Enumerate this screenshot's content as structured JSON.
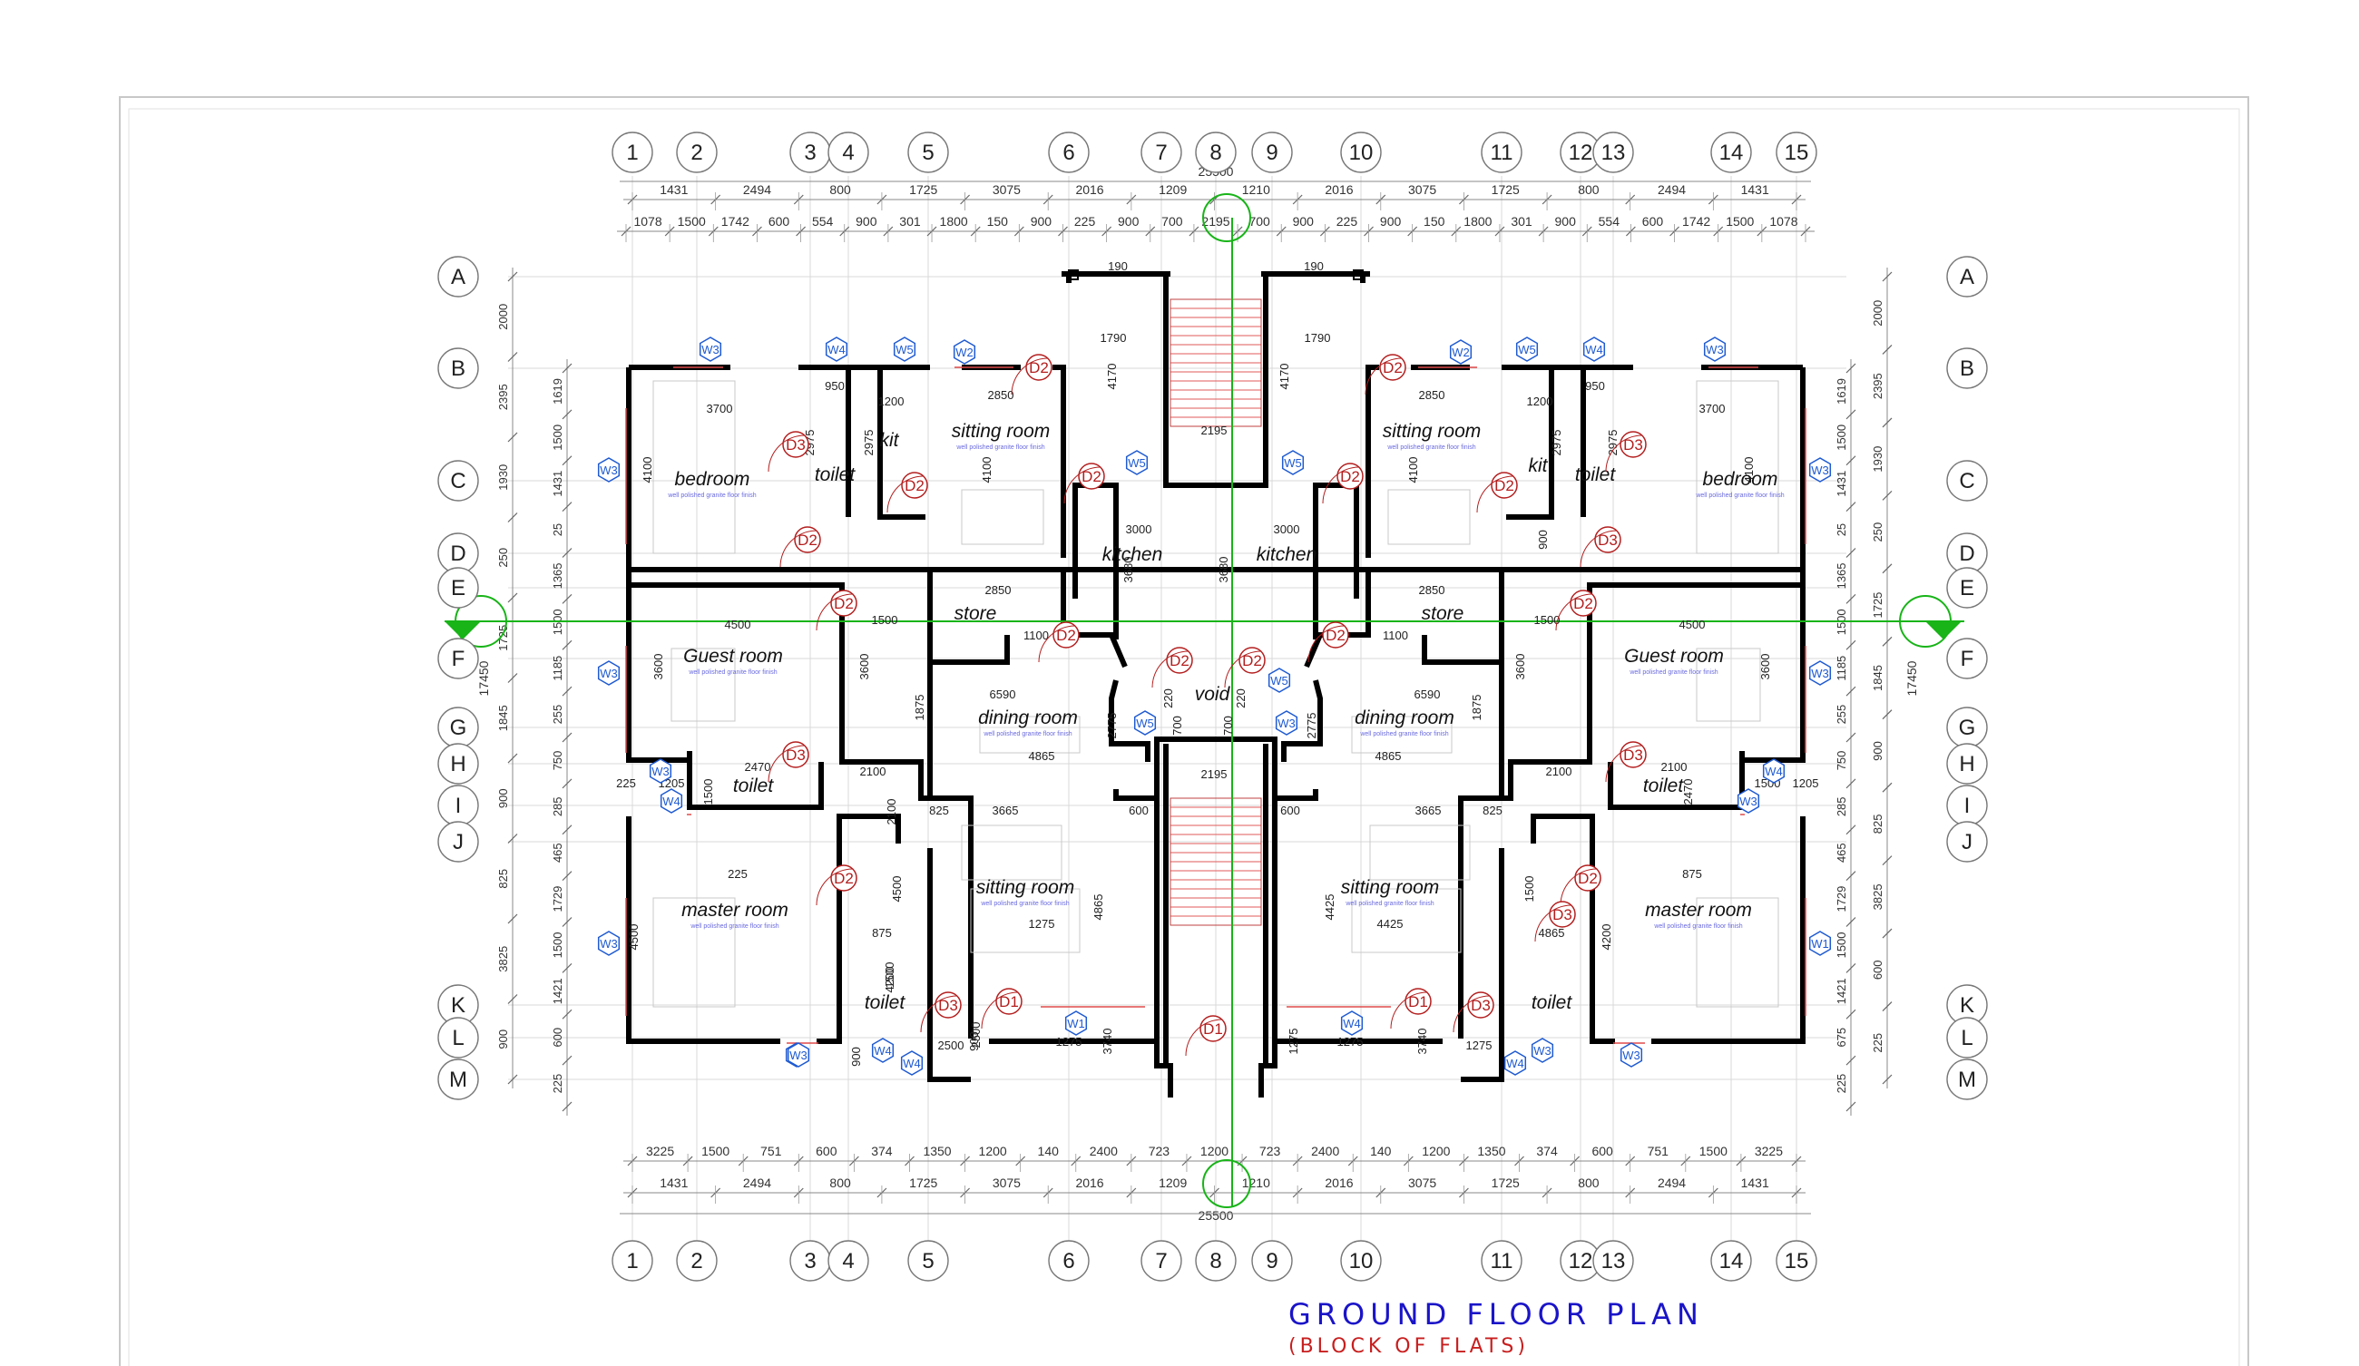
{
  "title": "GROUND FLOOR PLAN",
  "subtitle": "(BLOCK OF FLATS)",
  "colors": {
    "wall": "#000000",
    "dim": "#6a6a6a",
    "grid": "#5a5a5a",
    "door": "#b41e1e",
    "window": "#1e5ad2",
    "section": "#18b418",
    "title": "#1a14c8",
    "subtitle": "#c81e1e",
    "window_frame": "#e04a4a"
  },
  "grid": {
    "columns": [
      "1",
      "2",
      "3",
      "4",
      "5",
      "6",
      "7",
      "8",
      "9",
      "10",
      "11",
      "12",
      "13",
      "14",
      "15"
    ],
    "rows": [
      "A",
      "B",
      "C",
      "D",
      "E",
      "F",
      "G",
      "H",
      "I",
      "J",
      "K",
      "L",
      "M"
    ]
  },
  "dimensions": {
    "overall_width": "25500",
    "overall_depth": "17450",
    "top_outer": [
      "1431",
      "2494",
      "800",
      "1725",
      "3075",
      "2016",
      "1209",
      "1210",
      "2016",
      "3075",
      "1725",
      "800",
      "2494",
      "1431"
    ],
    "top_inner": [
      "1078",
      "1500",
      "1742",
      "600",
      "554",
      "900",
      "301",
      "1800",
      "150",
      "900",
      "225",
      "900",
      "700",
      "2195",
      "700",
      "900",
      "225",
      "900",
      "150",
      "1800",
      "301",
      "900",
      "554",
      "600",
      "1742",
      "1500",
      "1078"
    ],
    "bottom_inner": [
      "3225",
      "1500",
      "751",
      "600",
      "374",
      "1350",
      "1200",
      "140",
      "2400",
      "723",
      "1200",
      "723",
      "2400",
      "140",
      "1200",
      "1350",
      "374",
      "600",
      "751",
      "1500",
      "3225"
    ],
    "bottom_outer": [
      "1431",
      "2494",
      "800",
      "1725",
      "3075",
      "2016",
      "1209",
      "1210",
      "2016",
      "3075",
      "1725",
      "800",
      "2494",
      "1431"
    ],
    "left_outer": [
      "2000",
      "2395",
      "1930",
      "250",
      "1725",
      "1845",
      "900",
      "825",
      "3825",
      "900"
    ],
    "left_inner": [
      "1619",
      "1500",
      "1431",
      "25",
      "1365",
      "1500",
      "1185",
      "255",
      "750",
      "285",
      "465",
      "1729",
      "1500",
      "1421",
      "600",
      "225"
    ],
    "right_outer": [
      "2000",
      "2395",
      "1930",
      "250",
      "1725",
      "1845",
      "900",
      "825",
      "3825",
      "600",
      "225"
    ],
    "right_inner": [
      "1619",
      "1500",
      "1431",
      "25",
      "1365",
      "1500",
      "1185",
      "255",
      "750",
      "285",
      "465",
      "1729",
      "1500",
      "1421",
      "675",
      "225"
    ]
  },
  "rooms": [
    {
      "name": "bedroom",
      "finish": "well polished granite floor finish"
    },
    {
      "name": "toilet"
    },
    {
      "name": "kit"
    },
    {
      "name": "sitting room",
      "finish": "well polished granite floor finish"
    },
    {
      "name": "kitchen"
    },
    {
      "name": "kitchen"
    },
    {
      "name": "sitting room",
      "finish": "well polished granite floor finish"
    },
    {
      "name": "kit"
    },
    {
      "name": "toilet"
    },
    {
      "name": "bedroom",
      "finish": "well polished granite floor finish"
    },
    {
      "name": "store"
    },
    {
      "name": "Guest room",
      "finish": "well polished granite floor finish"
    },
    {
      "name": "store"
    },
    {
      "name": "Guest room",
      "finish": "well polished granite floor finish"
    },
    {
      "name": "void"
    },
    {
      "name": "dining room",
      "finish": "well polished granite floor finish"
    },
    {
      "name": "dining room",
      "finish": "well polished granite floor finish"
    },
    {
      "name": "toilet"
    },
    {
      "name": "toilet"
    },
    {
      "name": "sitting room",
      "finish": "well polished granite floor finish"
    },
    {
      "name": "sitting room",
      "finish": "well polished granite floor finish"
    },
    {
      "name": "master room",
      "finish": "well polished granite floor finish"
    },
    {
      "name": "master room",
      "finish": "well polished granite floor finish"
    },
    {
      "name": "toilet"
    },
    {
      "name": "toilet"
    }
  ],
  "room_dims": [
    "3700",
    "950",
    "1200",
    "2975",
    "2975",
    "2850",
    "4100",
    "4100",
    "900",
    "1790",
    "4170",
    "190",
    "2195",
    "3000",
    "3000",
    "3680",
    "3680",
    "1790",
    "4170",
    "190",
    "2850",
    "4100",
    "1200",
    "950",
    "2975",
    "2975",
    "3700",
    "4100",
    "900",
    "2850",
    "4500",
    "1500",
    "1100",
    "3600",
    "3600",
    "1875",
    "2850",
    "1100",
    "1500",
    "4500",
    "3600",
    "3600",
    "1875",
    "6590",
    "6590",
    "700",
    "700",
    "220",
    "220",
    "2775",
    "2775",
    "4865",
    "4865",
    "2470",
    "1205",
    "225",
    "1500",
    "2100",
    "2100",
    "2100",
    "825",
    "3665",
    "600",
    "2195",
    "600",
    "3665",
    "825",
    "2100",
    "2470",
    "1500",
    "1205",
    "225",
    "4500",
    "875",
    "1500",
    "2500",
    "1275",
    "4865",
    "4425",
    "4425",
    "4865",
    "1500",
    "875",
    "4500",
    "4200",
    "4200",
    "2500",
    "900",
    "1275",
    "3740",
    "1275",
    "1275",
    "3740",
    "1275",
    "900",
    "675"
  ],
  "door_tags": [
    "D2",
    "D3",
    "D2",
    "D2",
    "D2",
    "D2",
    "D2",
    "D2",
    "D3",
    "D2",
    "D2",
    "D2",
    "D2",
    "D2",
    "D2",
    "D3",
    "D3",
    "D2",
    "D3",
    "D1",
    "D3",
    "D1",
    "D1",
    "D3",
    "D2",
    "D3"
  ],
  "window_tags": [
    "W3",
    "W4",
    "W5",
    "W2",
    "W2",
    "W5",
    "W4",
    "W3",
    "W3",
    "W3",
    "W5",
    "W5",
    "W3",
    "W3",
    "W5",
    "W5",
    "W3",
    "W3",
    "W4",
    "W4",
    "W3",
    "W3",
    "W1",
    "W1",
    "W4",
    "W4",
    "W3",
    "W4",
    "W4",
    "W3",
    "W3",
    "W3"
  ]
}
